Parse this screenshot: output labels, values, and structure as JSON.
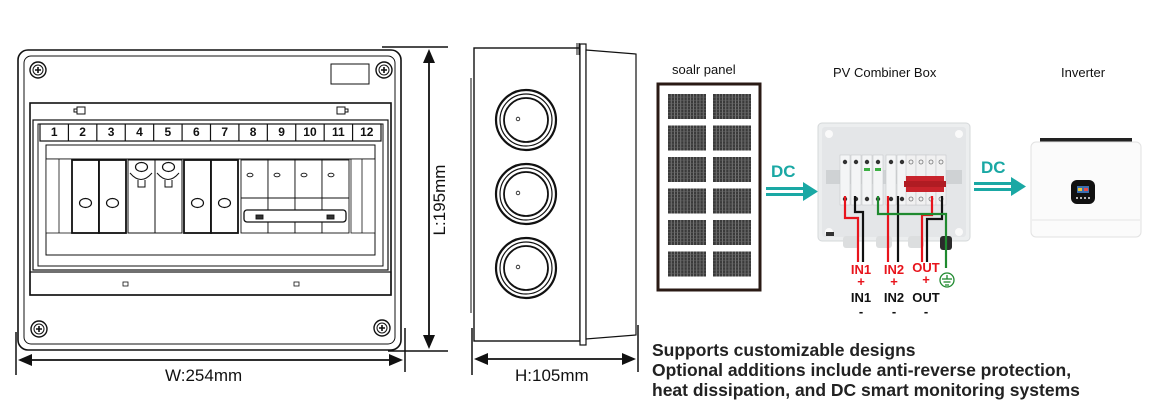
{
  "front_view": {
    "slot_numbers": [
      "1",
      "2",
      "3",
      "4",
      "5",
      "6",
      "7",
      "8",
      "9",
      "10",
      "11",
      "12"
    ],
    "width_label": "W:254mm",
    "length_label": "L:195mm"
  },
  "side_view": {
    "depth_label": "H:105mm"
  },
  "flow": {
    "solar_panel_title": "soalr panel",
    "combiner_title": "PV Combiner Box",
    "inverter_title": "Inverter",
    "arrow1_label": "DC",
    "arrow2_label": "DC",
    "colors": {
      "arrow": "#1aa8a4",
      "positive": "#e8141c",
      "negative": "#111111",
      "ground": "#1f8a2f"
    }
  },
  "terminals": [
    {
      "pos_label": "IN1",
      "pos_sign": "+",
      "neg_label": "IN1",
      "neg_sign": "-"
    },
    {
      "pos_label": "IN2",
      "pos_sign": "+",
      "neg_label": "IN2",
      "neg_sign": "-"
    },
    {
      "pos_label": "OUT",
      "pos_sign": "+",
      "neg_label": "OUT",
      "neg_sign": "-"
    }
  ],
  "ground_symbol": "ground-icon",
  "features": {
    "line1": "Supports customizable designs",
    "line2": "Optional additions include anti-reverse protection,",
    "line3": "heat dissipation, and DC smart monitoring systems"
  }
}
